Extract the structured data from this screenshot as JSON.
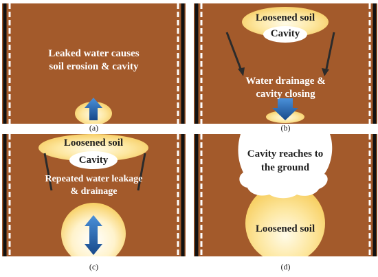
{
  "panels": {
    "a": {
      "caption": "(a)",
      "text_line1": "Leaked water causes",
      "text_line2": "soil erosion & cavity"
    },
    "b": {
      "caption": "(b)",
      "loosened_soil": "Loosened soil",
      "cavity": "Cavity",
      "text_line1": "Water drainage &",
      "text_line2": "cavity closing"
    },
    "c": {
      "caption": "(c)",
      "loosened_soil": "Loosened soil",
      "cavity": "Cavity",
      "text_line1": "Repeated water leakage",
      "text_line2": "& drainage"
    },
    "d": {
      "caption": "(d)",
      "cavity_line1": "Cavity reaches to",
      "cavity_line2": "the ground",
      "loosened_soil": "Loosened soil"
    }
  },
  "colors": {
    "soil": "#a35a2b",
    "loosened_soil": "#fde7a0",
    "arrow_blue": "#1f5ea8",
    "cavity": "#ffffff"
  }
}
